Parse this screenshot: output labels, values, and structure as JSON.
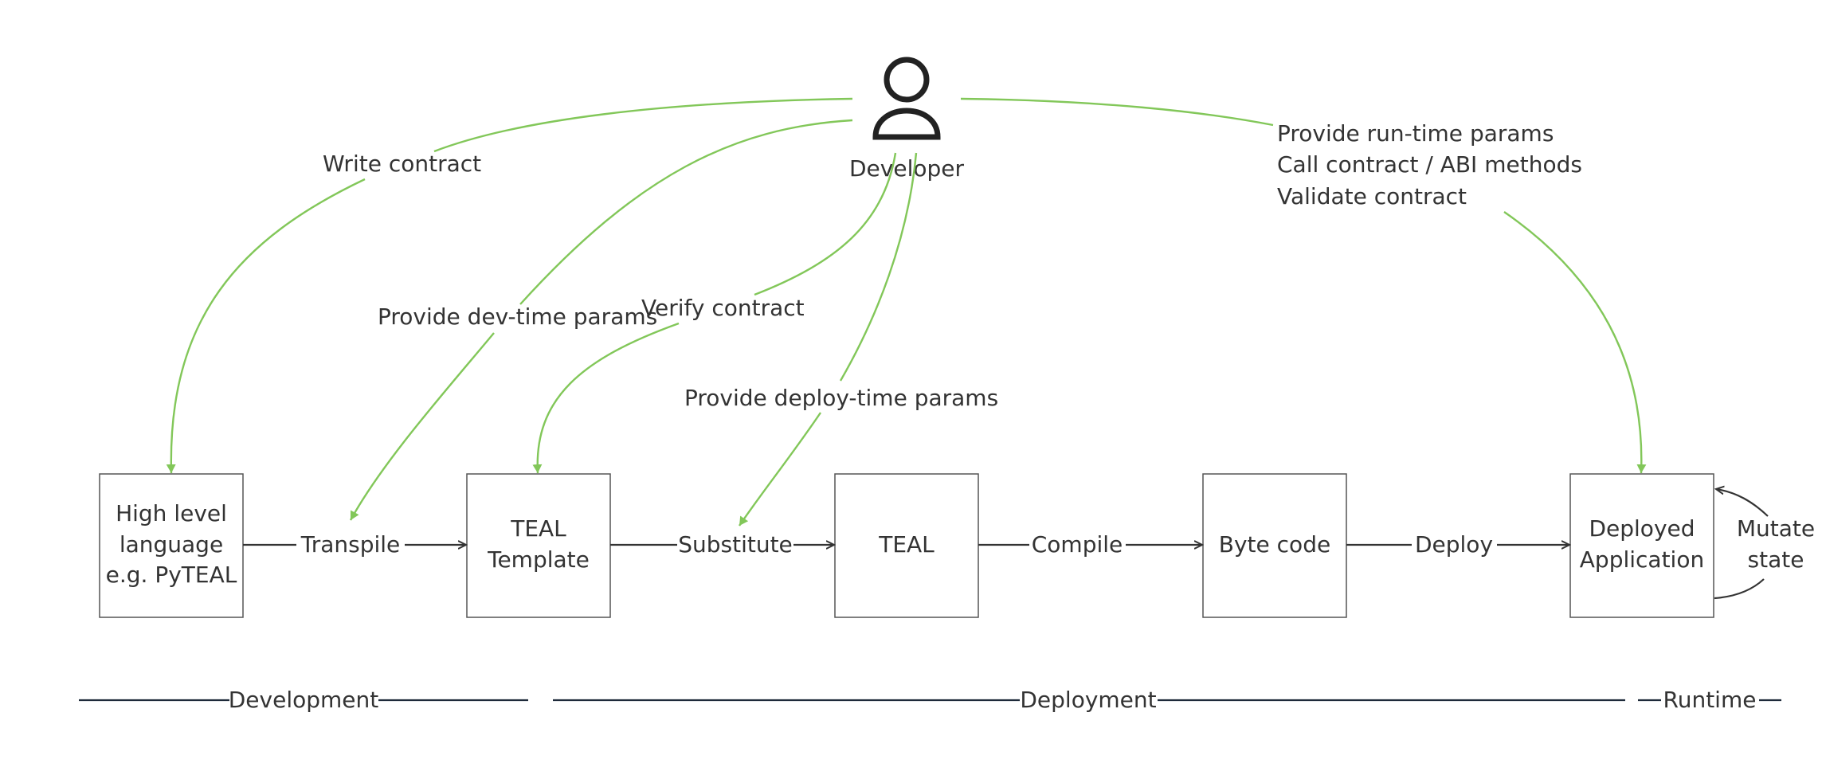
{
  "actor": {
    "label": "Developer",
    "icon": "person-icon"
  },
  "boxes": [
    {
      "id": "hll",
      "lines": [
        "High level",
        "language",
        "e.g. PyTEAL"
      ]
    },
    {
      "id": "teal-template",
      "lines": [
        "TEAL",
        "Template"
      ]
    },
    {
      "id": "teal",
      "lines": [
        "TEAL"
      ]
    },
    {
      "id": "bytecode",
      "lines": [
        "Byte code"
      ]
    },
    {
      "id": "deployed",
      "lines": [
        "Deployed",
        "Application"
      ]
    }
  ],
  "flows": [
    "Transpile",
    "Substitute",
    "Compile",
    "Deploy"
  ],
  "self_loop": {
    "lines": [
      "Mutate",
      "state"
    ]
  },
  "developer_actions": {
    "write_contract": "Write contract",
    "dev_time_params": "Provide dev-time params",
    "verify_contract": "Verify contract",
    "deploy_time_params": "Provide deploy-time params",
    "runtime": [
      "Provide run-time params",
      "Call contract / ABI methods",
      "Validate contract"
    ]
  },
  "phases": [
    "Development",
    "Deployment",
    "Runtime"
  ],
  "colors": {
    "edge_green": "#82c759",
    "ink": "#333333",
    "phase_line": "#1e2a3a"
  }
}
